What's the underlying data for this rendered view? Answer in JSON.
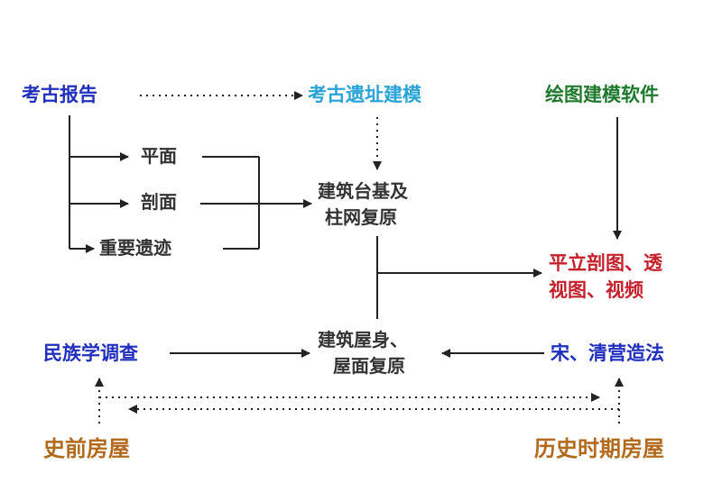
{
  "nodes": {
    "kaogu_baogao": "考古报告",
    "kaogu_yizhi_jianmo": "考古遗址建模",
    "huitu_jianmo_ruanjian": "绘图建模软件",
    "pingmian": "平面",
    "poumian": "剖面",
    "zhongyao_yiji": "重要遗迹",
    "jianzhu_taiji_line1": "建筑台基及",
    "jianzhu_taiji_line2": "柱网复原",
    "pinglipou_line1": "平立剖图、透",
    "pinglipou_line2": "视图、视频",
    "minzuxue_diaocha": "民族学调查",
    "jianzhu_wushen_line1": "建筑屋身、",
    "jianzhu_wushen_line2": "屋面复原",
    "song_qing_yingzao": "宋、清营造法",
    "shiqian_fangwu": "史前房屋",
    "lishi_shiqi_fangwu": "历史时期房屋"
  },
  "colors": {
    "blue": "#1f2fbf",
    "cyan": "#2aa3d8",
    "green": "#1f7a2e",
    "dark": "#333333",
    "red": "#c6202a",
    "brown": "#b36a1c"
  }
}
